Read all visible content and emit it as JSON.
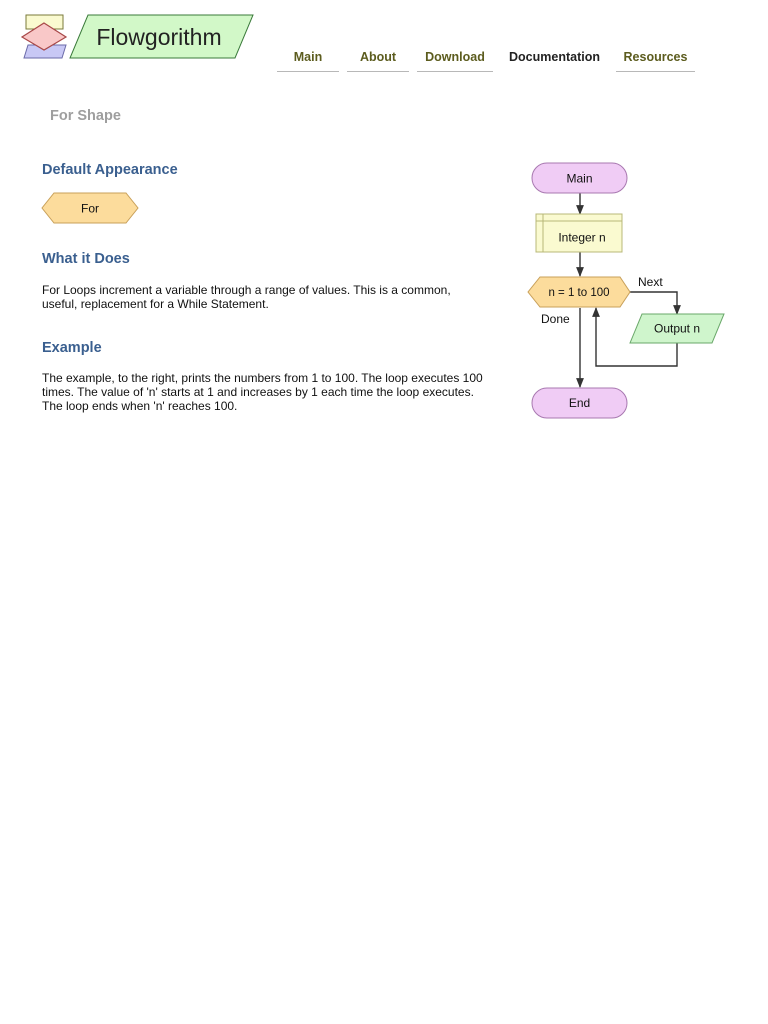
{
  "logo": {
    "text": "Flowgorithm"
  },
  "nav": {
    "items": [
      {
        "label": "Main"
      },
      {
        "label": "About"
      },
      {
        "label": "Download"
      },
      {
        "label": "Documentation"
      },
      {
        "label": "Resources"
      }
    ],
    "active": "Documentation"
  },
  "page": {
    "title": "For Shape"
  },
  "sections": {
    "default_appearance": {
      "heading": "Default Appearance",
      "shape_label": "For"
    },
    "what_it_does": {
      "heading": "What it Does",
      "text": "For Loops increment a variable through a range of values. This is a common, useful, replacement for a While Statement."
    },
    "example": {
      "heading": "Example",
      "text": "The example, to the right, prints the numbers from 1 to 100. The loop executes 100 times. The value of 'n' starts at 1 and increases by 1 each time the loop executes. The loop ends when 'n' reaches 100."
    }
  },
  "flowchart": {
    "start": "Main",
    "declare": "Integer n",
    "loop": "n = 1 to 100",
    "next_label": "Next",
    "done_label": "Done",
    "output": "Output n",
    "end": "End"
  },
  "colors": {
    "terminal_fill": "#f0ccf5",
    "declare_fill": "#fafad0",
    "for_fill": "#fcdc9c",
    "output_fill": "#cff5cc",
    "logo_green": "#d2f8c8",
    "heading_blue": "#3a5f8f"
  }
}
